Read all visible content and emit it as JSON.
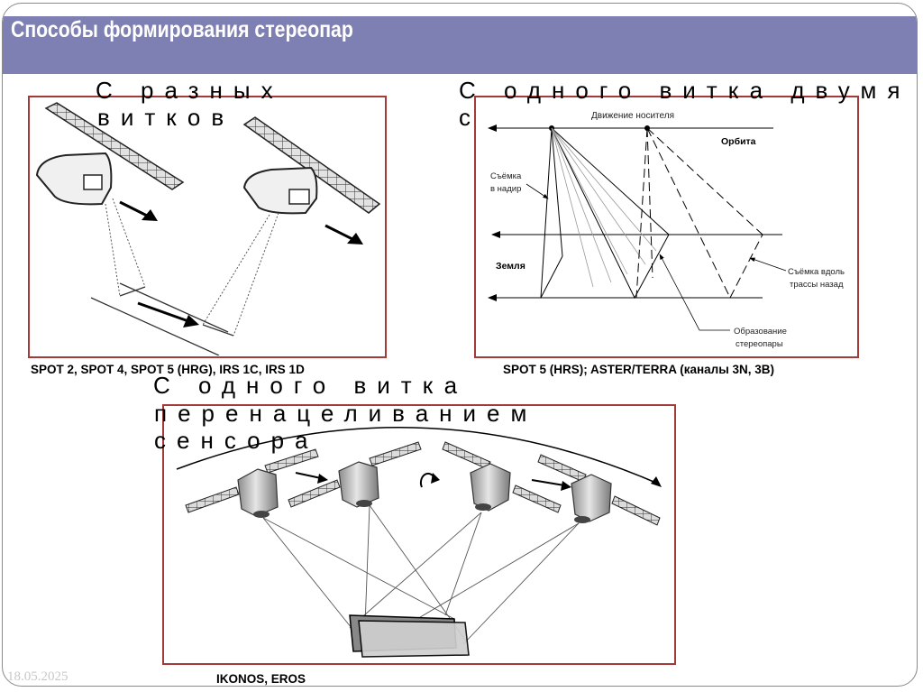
{
  "slide": {
    "title": "Способы формирования стереопар",
    "date": "18.05.2025"
  },
  "panel_different_orbits": {
    "heading_line1": "С разных",
    "heading_line2": "витков",
    "caption": "SPOT 2, SPOT 4, SPOT 5 (HRG), IRS 1C, IRS 1D"
  },
  "panel_single_orbit_two_cameras": {
    "heading_line1": "С одного витка двумя",
    "heading_line2": "с",
    "label_motion": "Движение носителя",
    "label_orbit": "Орбита",
    "label_nadir_line1": "Съёмка",
    "label_nadir_line2": "в надир",
    "label_earth": "Земля",
    "label_back_line1": "Съёмка вдоль",
    "label_back_line2": "трассы назад",
    "label_stereo_line1": "Образование",
    "label_stereo_line2": "стереопары",
    "caption": "SPOT 5 (HRS); ASTER/TERRA (каналы 3N, 3B)"
  },
  "panel_single_orbit_retargeting": {
    "heading_line1": "С одного витка",
    "heading_line2": "перенацеливанием",
    "heading_line3": "сенсора",
    "caption": "IKONOS, EROS"
  }
}
